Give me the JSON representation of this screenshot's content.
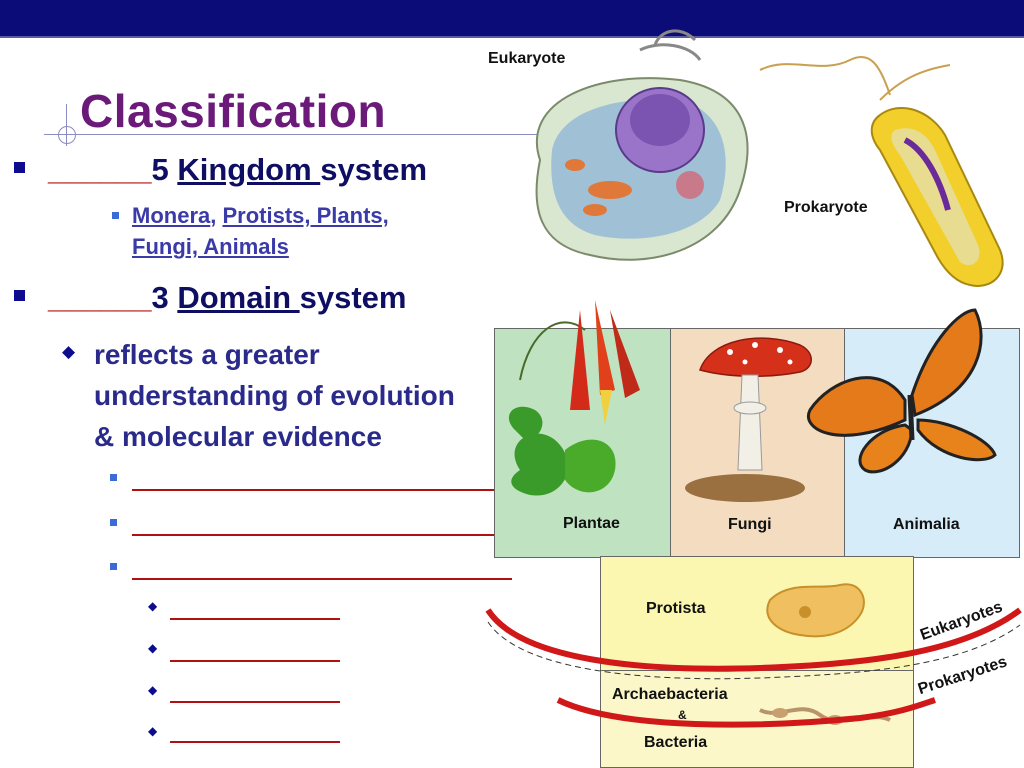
{
  "slide": {
    "title": "Classification",
    "bullet1": {
      "blank": "______",
      "num": "5",
      "link": "Kingdom ",
      "tail": "system"
    },
    "sub1": {
      "monera": "Monera",
      "comma": ",",
      "rest1": "Protists, Plants,",
      "rest2": "Fungi, Animals"
    },
    "bullet2": {
      "blank": "______",
      "num": "3",
      "link": "Domain ",
      "tail": "system"
    },
    "sub2": {
      "text_line1": "reflects a greater",
      "text_line2": "understanding of evolution",
      "text_line3": "& molecular evidence"
    }
  },
  "images": {
    "eukaryote_label": "Eukaryote",
    "prokaryote_label": "Prokaryote",
    "plantae": "Plantae",
    "fungi": "Fungi",
    "animalia": "Animalia",
    "protista": "Protista",
    "archaebacteria": "Archaebacteria",
    "amp": "&",
    "bacteria": "Bacteria",
    "eukaryotes": "Eukaryotes",
    "prokaryotes": "Prokaryotes"
  }
}
